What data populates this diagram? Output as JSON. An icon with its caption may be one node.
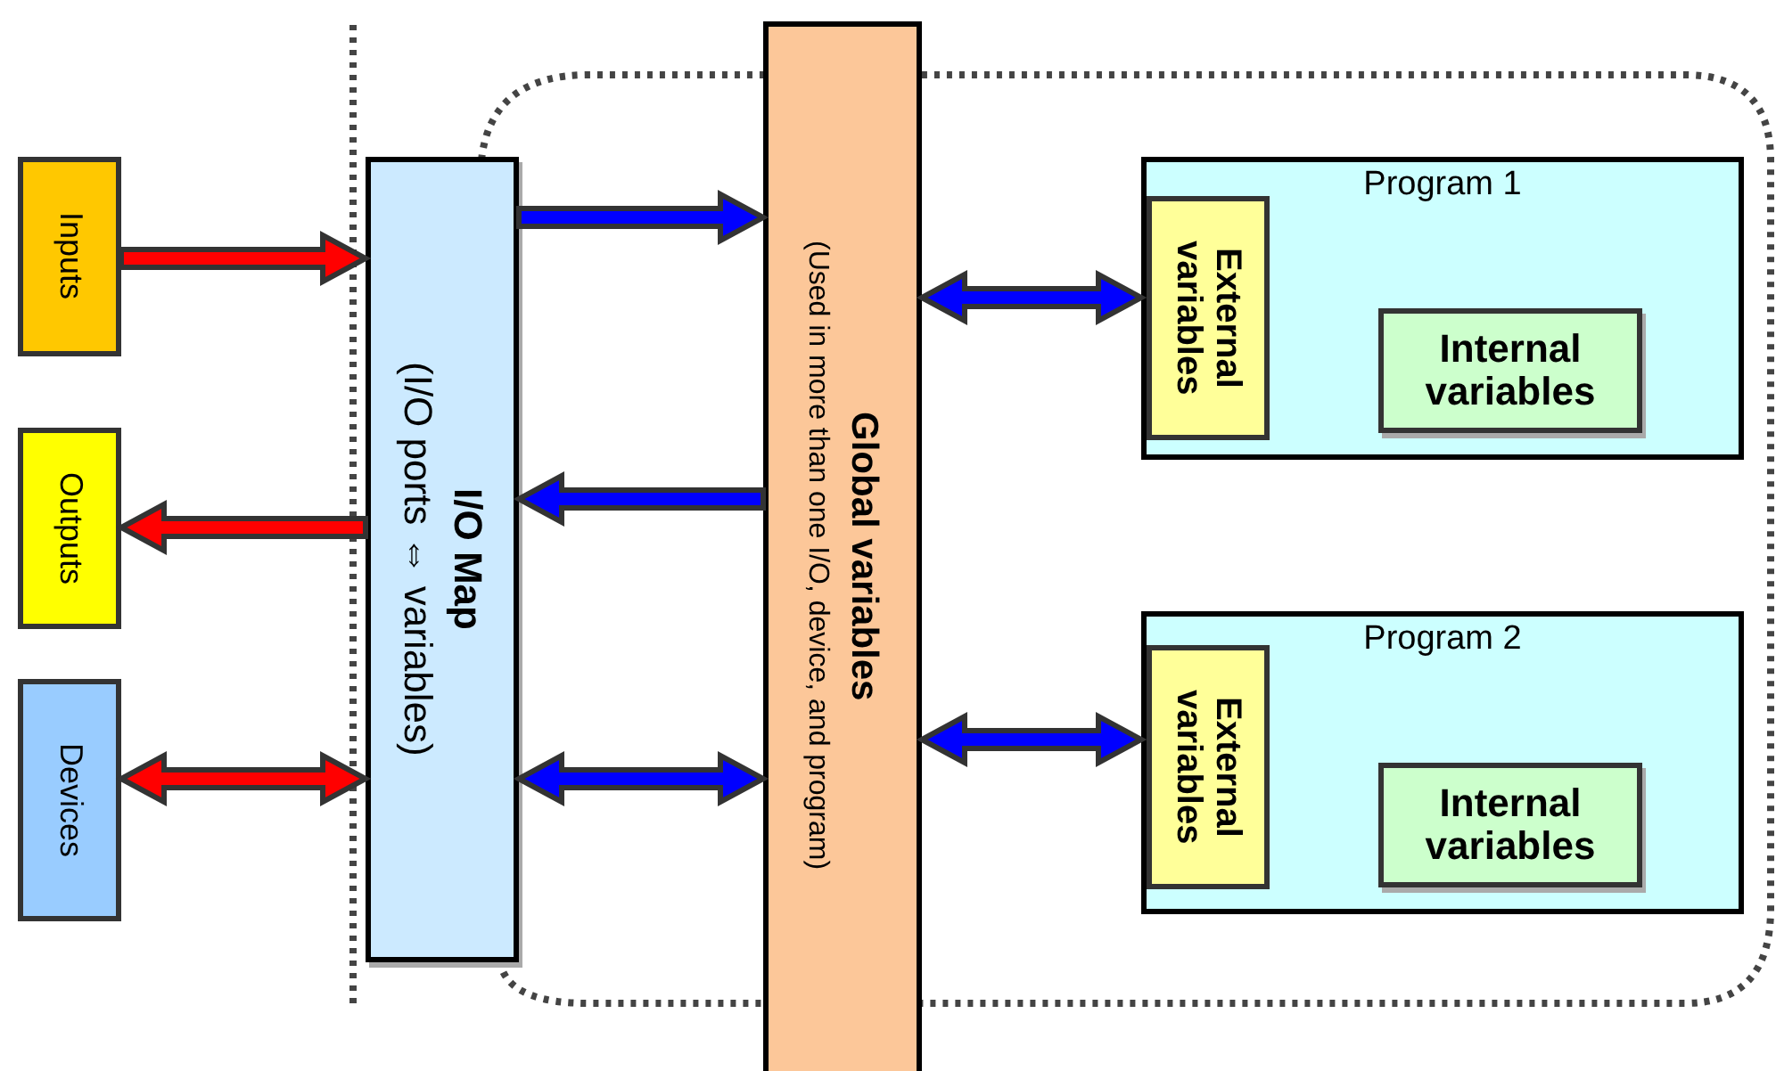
{
  "diagram": {
    "nodes": [
      {
        "text": [
          "Inputs"
        ]
      },
      {
        "text": [
          "Outputs"
        ]
      },
      {
        "text": [
          "Devices"
        ]
      },
      {
        "text": [
          "I/O Map",
          "(I/O ports ⇔ variables)"
        ]
      },
      {
        "text": [
          "Global variables",
          "(Used in more than one I/O, device, and program)"
        ]
      },
      {
        "text": [
          "Program 1"
        ]
      },
      {
        "text": [
          "External variables"
        ],
        "in": 5
      },
      {
        "text": [
          "Internal variables"
        ],
        "in": 5
      },
      {
        "text": [
          "Program 2"
        ]
      },
      {
        "text": [
          "External variables"
        ],
        "in": 8
      },
      {
        "text": [
          "Internal variables"
        ],
        "in": 8
      }
    ],
    "edges": [
      {
        "from": 0,
        "to": 3,
        "arrow": "to",
        "color": "#ff0000"
      },
      {
        "from": 3,
        "to": 1,
        "arrow": "to",
        "color": "#ff0000"
      },
      {
        "from": 2,
        "to": 3,
        "arrow": "both",
        "color": "#ff0000"
      },
      {
        "from": 3,
        "to": 4,
        "arrow": "to"
      },
      {
        "from": 4,
        "to": 3,
        "arrow": "to"
      },
      {
        "from": 3,
        "to": 4,
        "arrow": "both"
      },
      {
        "from": 4,
        "to": 6,
        "arrow": "both"
      },
      {
        "from": 4,
        "to": 9,
        "arrow": "both"
      }
    ]
  }
}
